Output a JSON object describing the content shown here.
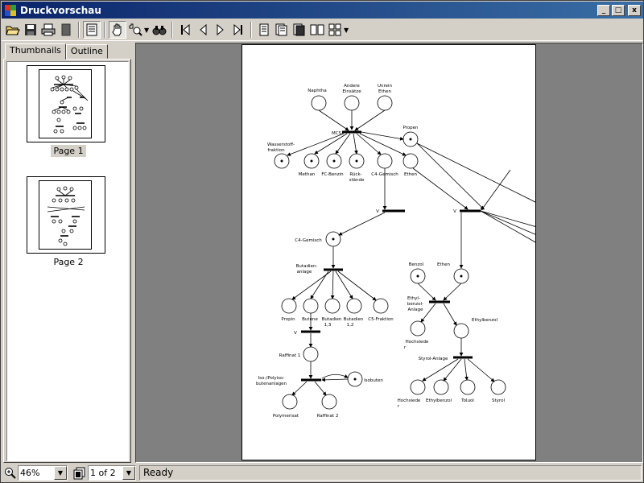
{
  "window": {
    "title": "Druckvorschau"
  },
  "titlebar_buttons": {
    "minimize": "_",
    "maximize": "□",
    "close": "x"
  },
  "toolbar": {
    "icons": [
      "open-icon",
      "save-icon",
      "print-icon",
      "page-setup-icon",
      "single-page-icon",
      "hand-tool-icon",
      "zoom-tool-icon",
      "find-icon",
      "first-page-icon",
      "previous-page-icon",
      "next-page-icon",
      "last-page-icon",
      "one-page-view-icon",
      "two-page-view-icon",
      "continuous-view-icon",
      "facing-pages-icon",
      "multi-page-icon"
    ]
  },
  "tabs": [
    {
      "label": "Thumbnails",
      "active": true
    },
    {
      "label": "Outline",
      "active": false
    }
  ],
  "thumbnails": [
    {
      "label": "Page 1",
      "selected": true
    },
    {
      "label": "Page 2",
      "selected": false
    }
  ],
  "status": {
    "zoom": "46%",
    "page": "1 of 2",
    "text": "Ready"
  },
  "diagram": {
    "labels": {
      "naphtha": "Naphtha",
      "andere1": "Andere",
      "andere2": "Einsätze",
      "unrein1": "Unrein",
      "unrein2": "Ethen",
      "mcs": "MCS-",
      "propen": "Propen",
      "wasser1": "Wasserstoff-",
      "wasser2": "fraktion",
      "methan": "Methan",
      "fcbenzin": "FC-Benzin",
      "rueck1": "Rück-",
      "rueck2": "stände",
      "c4gemisch": "C4-Gemisch",
      "ethen": "Ethen",
      "v1": "V",
      "v2": "V",
      "c4gemisch2": "C4-Gemisch",
      "butadien1": "Butadien-",
      "butadien2": "anlage",
      "benzol": "Benzol",
      "ethen2": "Ethen",
      "propin": "Propin",
      "butene": "Butene",
      "butad13a": "Butadien",
      "butad13b": "1,3",
      "butad12a": "Butadien",
      "butad12b": "1,2",
      "c5frak": "C5-Fraktion",
      "ethylanl1": "Ethyl-",
      "ethylanl2": "benzol-",
      "ethylanl3": "Anlage",
      "ethylbenzol": "Ethylbenzol",
      "v3": "V",
      "hochsiede1": "Hochsiede",
      "hochsiede2": "r",
      "raffinat1": "Raffinat 1",
      "styrolanlage": "Styrol-Anlage",
      "iso1": "Iso-/Polyiso-",
      "iso2": "butenanlagen",
      "isobuten": "Isobuten",
      "hochsiede3": "Hochsiede",
      "hochsiede4": "r",
      "ethylbenzol2": "Ethylbenzol",
      "toluol": "Toluol",
      "styrol": "Styrol",
      "polymerisat": "Polymerisat",
      "raffinat2": "Raffinat 2"
    }
  }
}
